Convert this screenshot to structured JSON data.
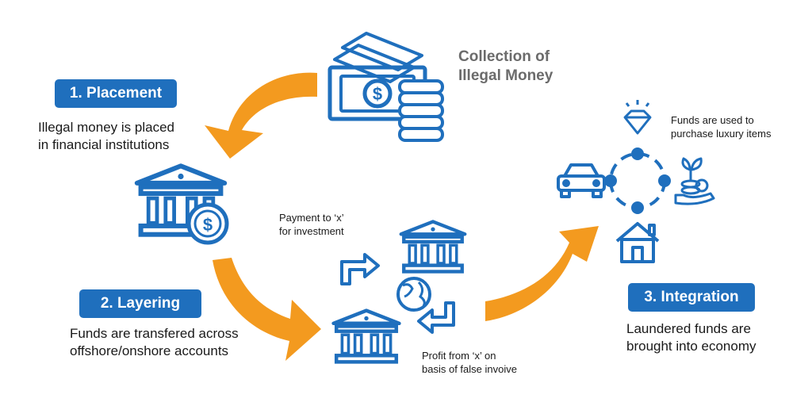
{
  "colors": {
    "blue": "#1f6fbd",
    "orange": "#f39a1f",
    "title_gray": "#6b6b6b",
    "text": "#1a1a1a"
  },
  "collection": {
    "title_line1": "Collection of",
    "title_line2": "Illegal Money",
    "icon": "money-stack-icon"
  },
  "placement": {
    "badge": "1. Placement",
    "desc_line1": "Illegal money is placed",
    "desc_line2": "in financial institutions",
    "icon": "bank-dollar-icon"
  },
  "layering": {
    "badge": "2. Layering",
    "desc_line1": "Funds are transfered across",
    "desc_line2": "offshore/onshore accounts",
    "payment_line1": "Payment to ‘x’",
    "payment_line2": "for investment",
    "profit_line1": "Profit from ‘x’ on",
    "profit_line2": "basis of false invoive",
    "icons": [
      "bank-icon",
      "bank-icon",
      "globe-icon",
      "turn-arrow-icon",
      "turn-arrow-icon"
    ]
  },
  "integration": {
    "badge": "3. Integration",
    "desc_line1": "Laundered funds are",
    "desc_line2": "brought into economy",
    "luxury_line1": "Funds are used to",
    "luxury_line2": "purchase luxury items",
    "icons": [
      "diamond-icon",
      "car-icon",
      "plant-investment-icon",
      "house-icon"
    ]
  }
}
